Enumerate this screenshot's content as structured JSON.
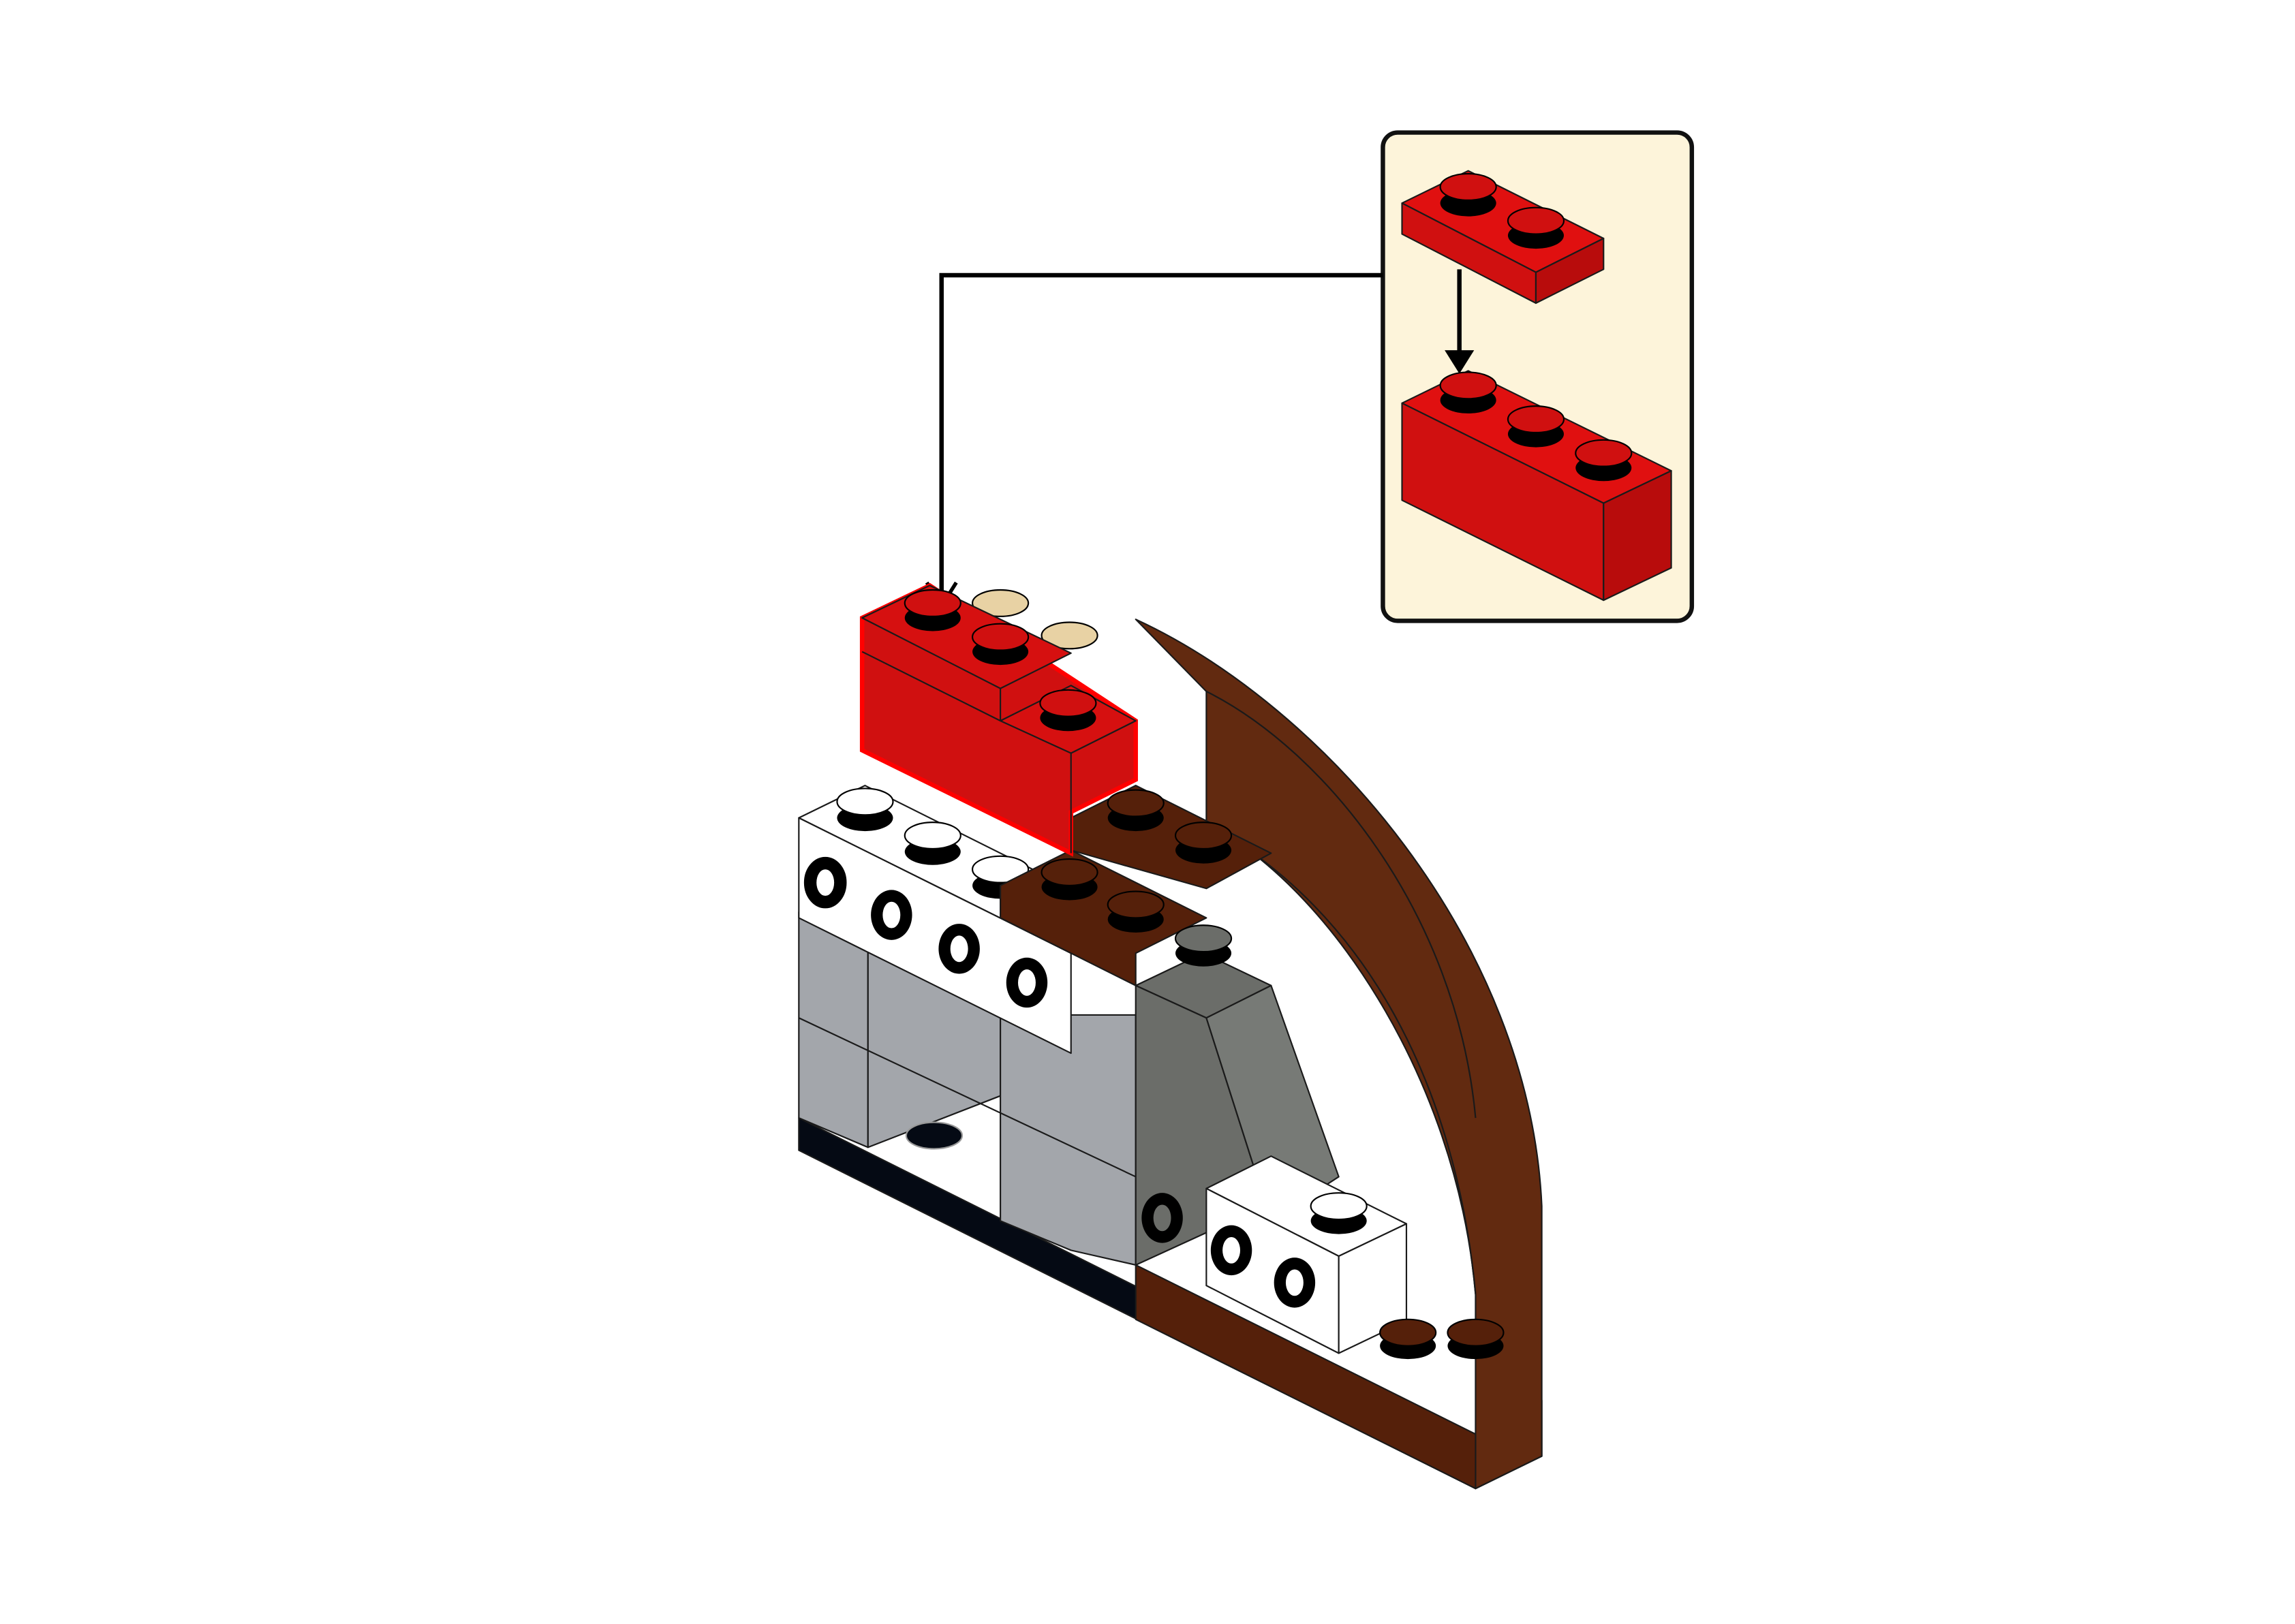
{
  "page": {
    "background": "#ffffff"
  },
  "callout": {
    "background": "#fdf4da",
    "border": "#111111",
    "part": "red-plate-1x2",
    "target": "red-brick-1x3"
  },
  "colors": {
    "red": "#d01010",
    "red_dark": "#9c0c0c",
    "brown": "#5a2006",
    "brown_light": "#6a2c10",
    "white": "#ffffff",
    "light_gray": "#a3a6ab",
    "dark_gray": "#6b6d69",
    "black": "#050a14",
    "tan": "#e8d2a4"
  },
  "assembly": {
    "highlighted_part": "red-plate-1x2",
    "arrow": "placement-arrow"
  }
}
